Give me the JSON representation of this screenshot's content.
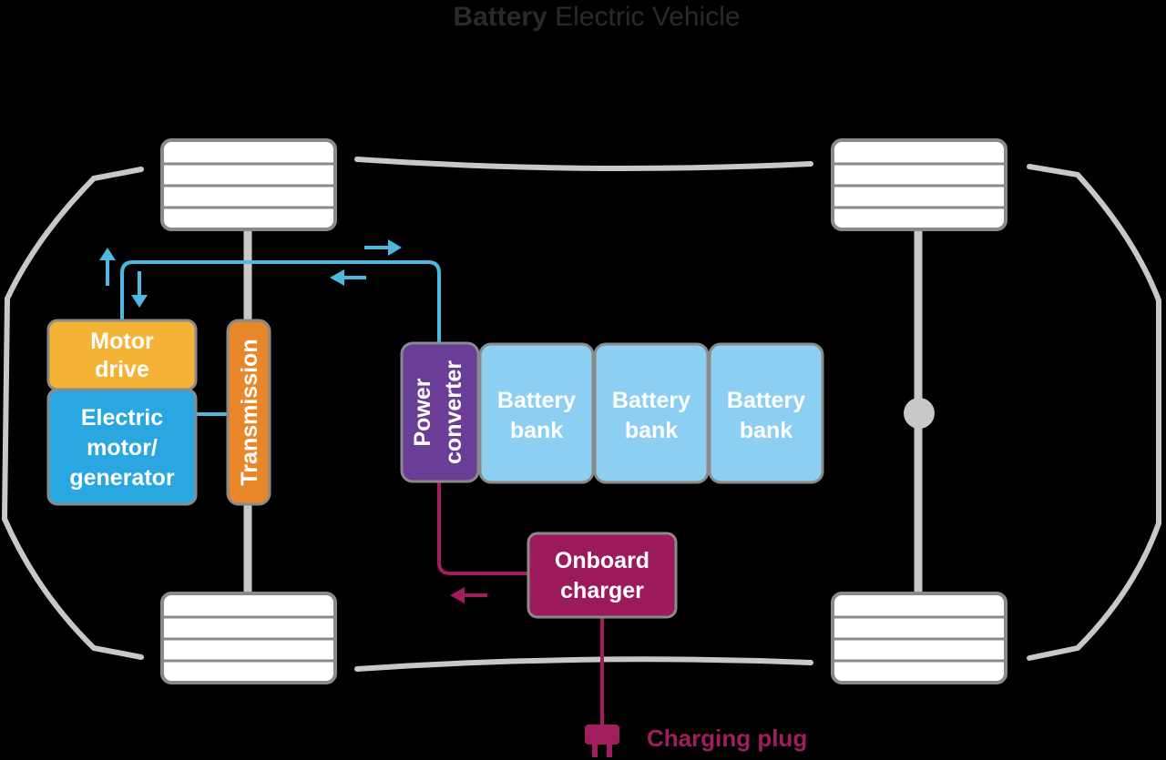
{
  "title": {
    "bold": "Battery",
    "rest": " Electric Vehicle"
  },
  "components": {
    "motor_drive": {
      "line1": "Motor",
      "line2": "drive"
    },
    "electric_motor": {
      "line1": "Electric",
      "line2": "motor/",
      "line3": "generator"
    },
    "transmission": {
      "label": "Transmission"
    },
    "power_converter": {
      "line1": "Power",
      "line2": "converter"
    },
    "battery_banks": [
      {
        "line1": "Battery",
        "line2": "bank"
      },
      {
        "line1": "Battery",
        "line2": "bank"
      },
      {
        "line1": "Battery",
        "line2": "bank"
      }
    ],
    "onboard_charger": {
      "line1": "Onboard",
      "line2": "charger"
    },
    "charging_plug": {
      "label": "Charging plug"
    }
  },
  "colors": {
    "background": "#000000",
    "body_outline": "#c8c8c8",
    "wheel_fill": "#ffffff",
    "wheel_stroke": "#8a8a8a",
    "motor_drive": "#f5b335",
    "electric_motor": "#2aa7e0",
    "transmission": "#e8862a",
    "power_converter": "#6a3d96",
    "battery_bank": "#8dcff2",
    "onboard_charger": "#9c1a5c",
    "charging_line": "#a01e5e",
    "flow_line": "#4fb8e0",
    "title_bold": "#2a2a2a",
    "title_light": "#2a2a2a"
  },
  "icons": [
    "arrow-up-icon",
    "arrow-down-icon",
    "arrow-right-icon",
    "arrow-left-icon",
    "plug-icon"
  ]
}
